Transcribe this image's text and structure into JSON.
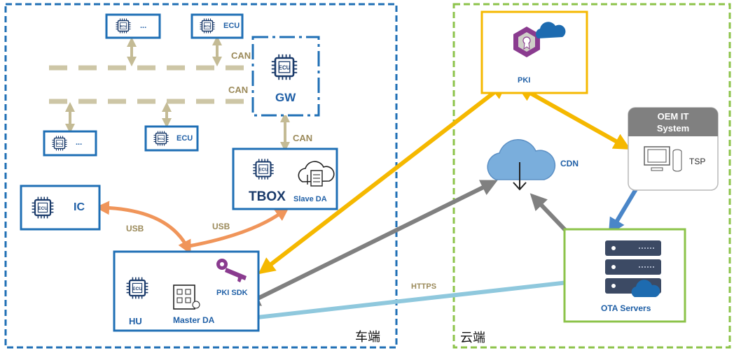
{
  "zones": {
    "vehicle": "车端",
    "cloud": "云端"
  },
  "nodes": {
    "ecu_top_left": "...",
    "ecu_top_right": "ECU",
    "ecu_mid_left": "...",
    "ecu_mid_right": "ECU",
    "gw": "GW",
    "tbox": "TBOX",
    "slave_da": "Slave DA",
    "ic": "IC",
    "hu": "HU",
    "master_da": "Master DA",
    "pki_sdk": "PKI SDK",
    "pki": "PKI",
    "cdn": "CDN",
    "oem_it_line1": "OEM IT",
    "oem_it_line2": "System",
    "tsp": "TSP",
    "ota_servers": "OTA Servers",
    "chip_text": "ECU"
  },
  "links": {
    "can_top": "CAN",
    "can_mid": "CAN",
    "can_gw_tbox": "CAN",
    "usb_left": "USB",
    "usb_right": "USB",
    "https": "HTTPS"
  },
  "colors": {
    "vehicle_border": "#1f6fb5",
    "cloud_border": "#8cc34a",
    "pki_border": "#f5b800",
    "pki_arrow": "#f5b800",
    "cdn_arrow": "#808080",
    "https_arrow": "#8fc8dd",
    "usb_arrow": "#f0955a",
    "can_line": "#cdc6a6",
    "tsp_arrow": "#4a86c8",
    "node_border": "#1f6fb5"
  }
}
